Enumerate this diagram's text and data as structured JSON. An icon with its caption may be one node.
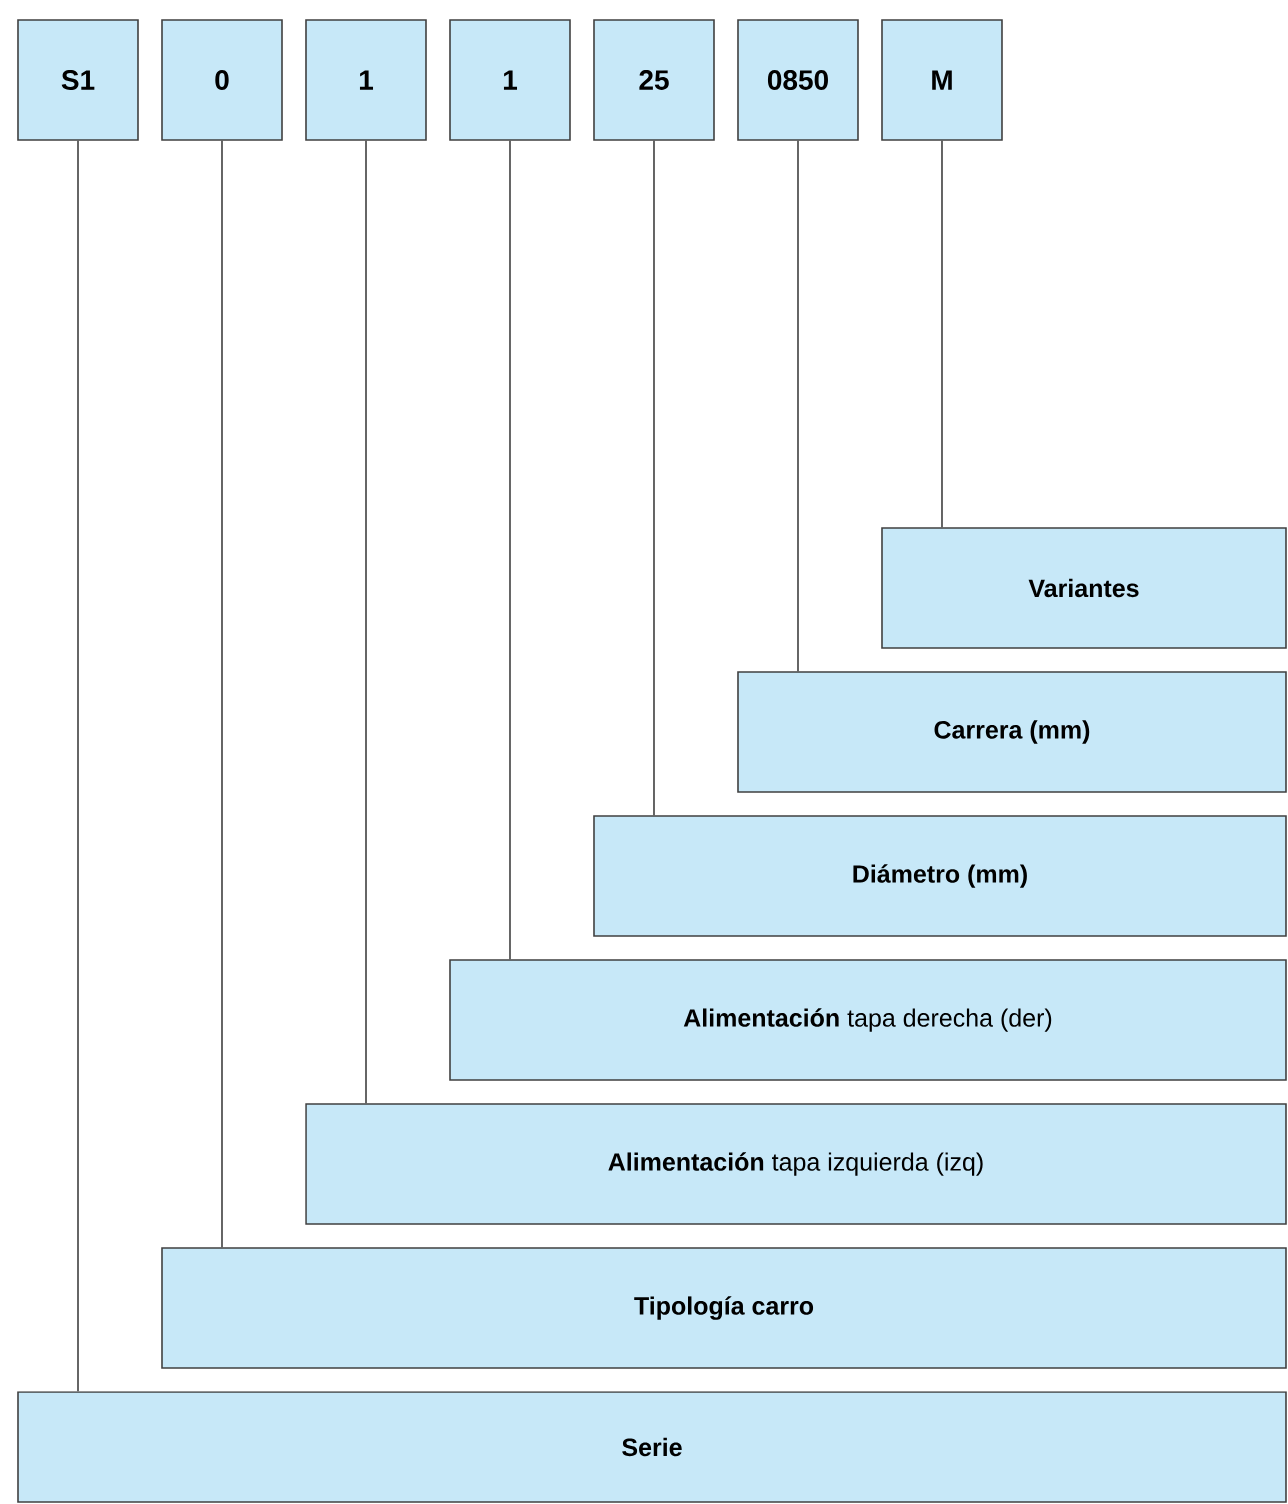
{
  "diagram": {
    "nodes": [
      {
        "text": [
          "S1"
        ]
      },
      {
        "text": [
          "0"
        ]
      },
      {
        "text": [
          "1"
        ]
      },
      {
        "text": [
          "1"
        ]
      },
      {
        "text": [
          "25"
        ]
      },
      {
        "text": [
          "0850"
        ]
      },
      {
        "text": [
          "M"
        ]
      },
      {
        "text": [
          "Variantes"
        ]
      },
      {
        "text": [
          "Carrera  (mm)"
        ]
      },
      {
        "text": [
          "Diámetro  (mm)"
        ]
      },
      {
        "text": [
          "**Alimentación** tapa derecha (der)"
        ]
      },
      {
        "text": [
          "**Alimentación** tapa izquierda (izq)"
        ]
      },
      {
        "text": [
          "Tipología carro"
        ]
      },
      {
        "text": [
          "Serie"
        ]
      }
    ],
    "edges": [
      {
        "from": 0,
        "to": 13,
        "arrow": "none"
      },
      {
        "from": 1,
        "to": 12,
        "arrow": "none"
      },
      {
        "from": 2,
        "to": 11,
        "arrow": "none"
      },
      {
        "from": 3,
        "to": 10,
        "arrow": "none"
      },
      {
        "from": 4,
        "to": 9,
        "arrow": "none"
      },
      {
        "from": 5,
        "to": 8,
        "arrow": "none"
      },
      {
        "from": 6,
        "to": 7,
        "arrow": "none"
      }
    ]
  }
}
